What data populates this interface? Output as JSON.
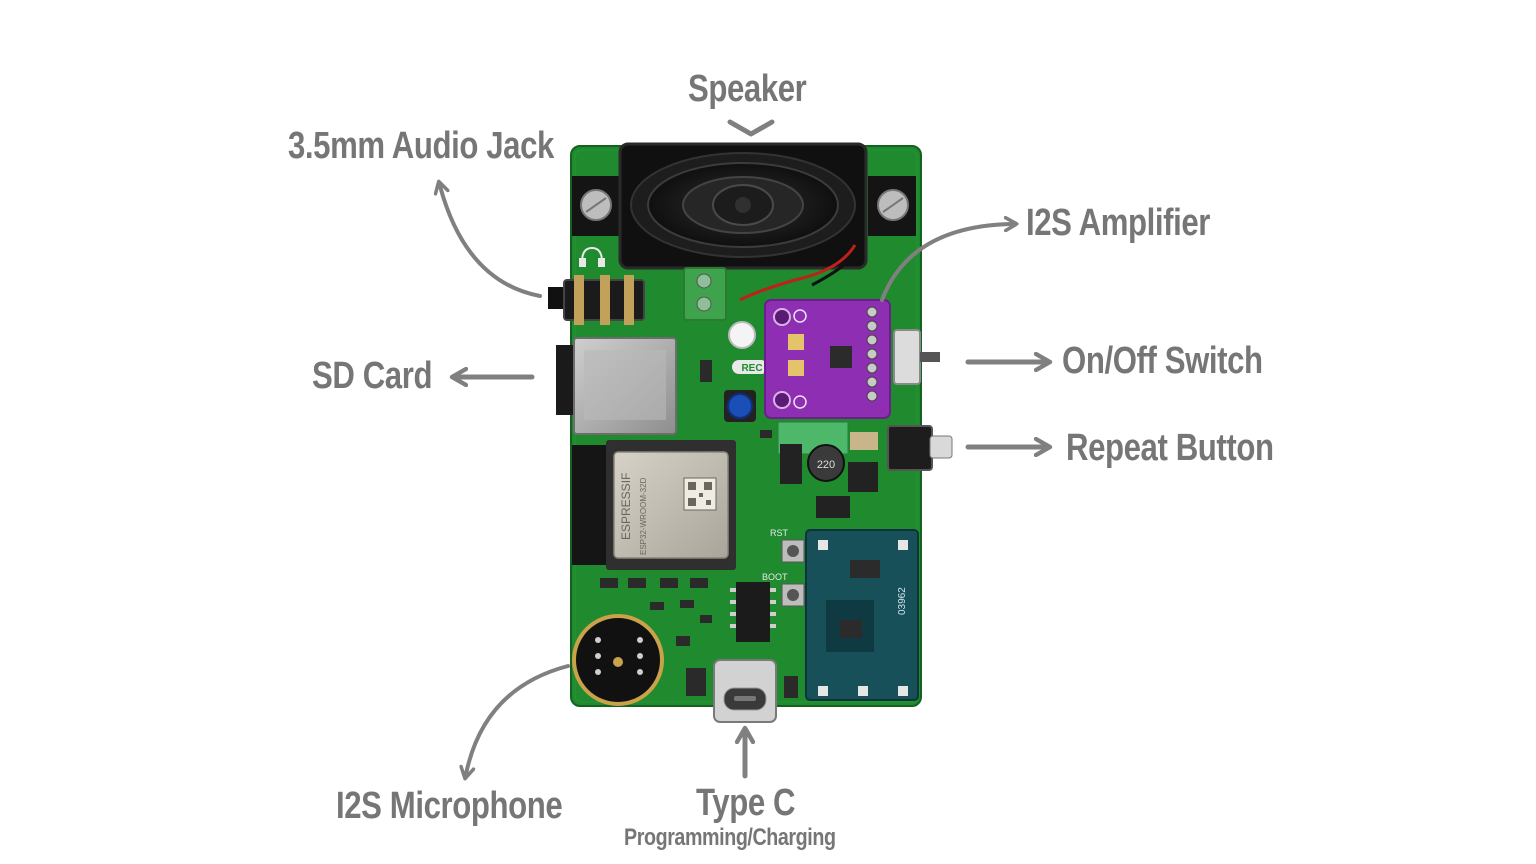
{
  "labels": {
    "speaker": "Speaker",
    "audio_jack": "3.5mm Audio Jack",
    "i2s_amplifier": "I2S Amplifier",
    "sd_card": "SD Card",
    "on_off_switch": "On/Off Switch",
    "repeat_button": "Repeat Button",
    "i2s_microphone": "I2S Microphone",
    "type_c": "Type C",
    "type_c_sub": "Programming/Charging"
  },
  "board_text": {
    "module_brand": "ESPRESSIF",
    "module_model": "ESP32-WROOM-32D",
    "inductor_marking": "220",
    "boot_label": "BOOT",
    "rst_label": "RST",
    "rec_label": "REC",
    "charger_marking": "03962"
  },
  "colors": {
    "label_gray": "#767676",
    "arrow_gray": "#808080",
    "pcb_green": "#1f8a2e",
    "amp_purple": "#8e2fb3",
    "charger_blue": "#18505a"
  },
  "icons": {
    "headphone": "headphone-icon"
  }
}
